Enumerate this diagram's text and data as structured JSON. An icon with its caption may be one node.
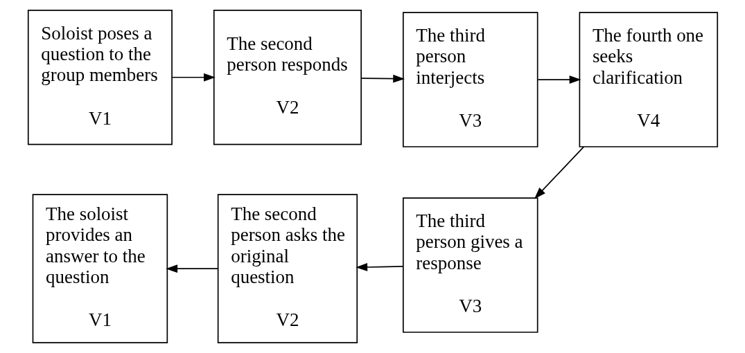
{
  "diagram": {
    "nodes": [
      {
        "text": [
          "Soloist poses a question to the group members",
          "V1"
        ]
      },
      {
        "text": [
          "The second person responds",
          "V2"
        ]
      },
      {
        "text": [
          "The third person interjects",
          "V3"
        ]
      },
      {
        "text": [
          "The fourth one seeks clarification",
          "V4"
        ]
      },
      {
        "text": [
          "The soloist provides an answer to the question",
          "V1"
        ]
      },
      {
        "text": [
          "The second person asks the original question",
          "V2"
        ]
      },
      {
        "text": [
          "The third person gives a response",
          "V3"
        ]
      }
    ],
    "edges": [
      {
        "from": 0,
        "to": 1,
        "arrow": "to"
      },
      {
        "from": 1,
        "to": 2,
        "arrow": "to"
      },
      {
        "from": 2,
        "to": 3,
        "arrow": "to"
      },
      {
        "from": 3,
        "to": 6,
        "arrow": "to"
      },
      {
        "from": 6,
        "to": 5,
        "arrow": "to"
      },
      {
        "from": 5,
        "to": 4,
        "arrow": "to"
      }
    ]
  }
}
